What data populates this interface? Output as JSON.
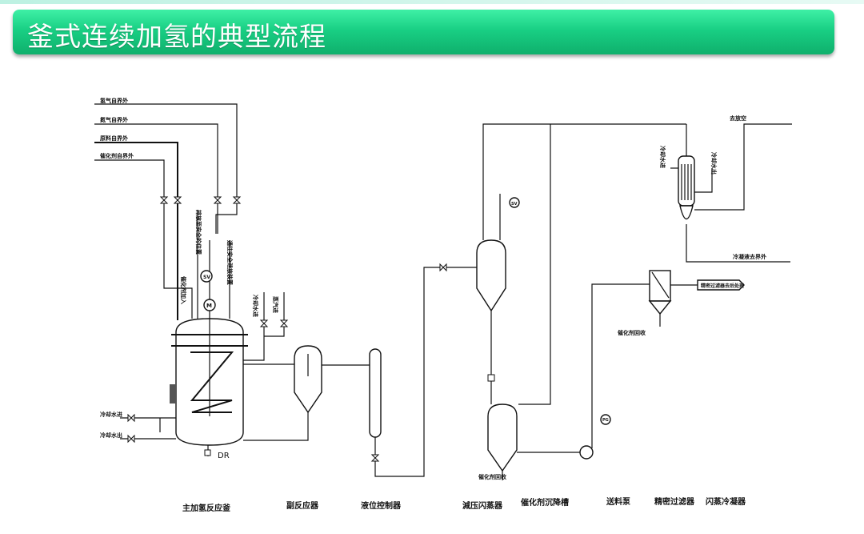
{
  "slide_title": "釜式连续加氢的典型流程",
  "inlet_labels": {
    "hydrogen": "氢气自界外",
    "nitrogen": "氮气自界外",
    "feed": "原料自界外",
    "catalyst": "催化剂自界外",
    "cooling_in": "冷却水进",
    "cooling_out": "冷却水出",
    "catalyst_add": "催化剂加入",
    "relief_to_safety": "排放至安全的位置",
    "to_safety_relief": "通往安全泄放装置",
    "cooling_water": "冷却水进",
    "steam": "蒸汽进",
    "to_atmosphere": "去放空",
    "condensate_out": "冷凝液去界外",
    "filtrate_out": "精密过滤器去后处理",
    "cond_cw_in": "冷却水进",
    "cond_cw_out": "冷却水出",
    "catalyst_recovery_1": "催化剂回收",
    "catalyst_recovery_2": "催化剂回收"
  },
  "instrument_tags": {
    "sv1": "SV",
    "sv2": "SV",
    "motor": "M",
    "pressure": "PG",
    "drain": "DR"
  },
  "equipment_captions": {
    "main_reactor": "主加氢反应釜",
    "secondary_reactor": "副反应器",
    "level_controller": "液位控制器",
    "flash_tank": "減压闪蒸器",
    "settling_tank": "催化剂沉降槽",
    "feed_pump": "送料泵",
    "precision_filter": "精密过滤器",
    "flash_condenser": "闪蒸冷凝器"
  }
}
